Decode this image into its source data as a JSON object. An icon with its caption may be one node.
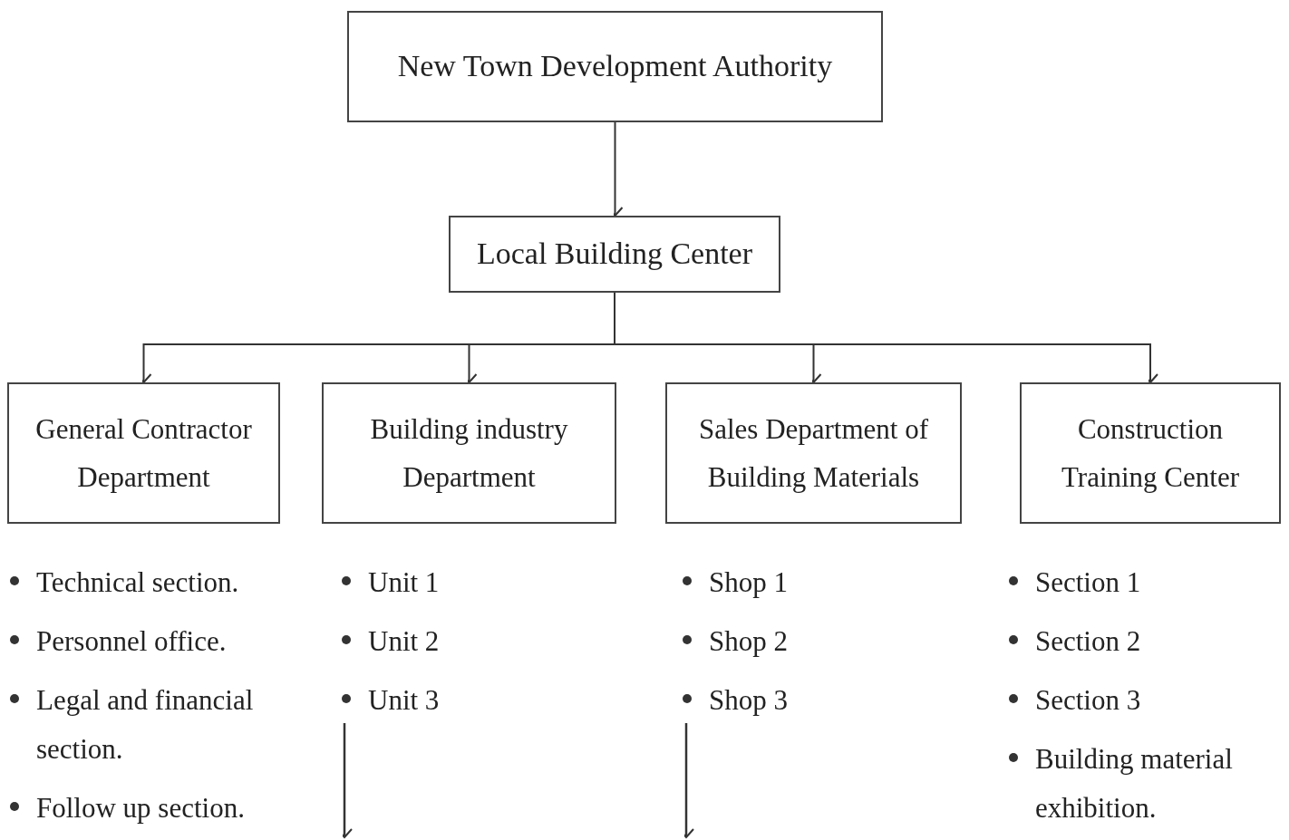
{
  "diagram": {
    "nodes": [
      {
        "text": [
          "New Town Development Authority"
        ]
      },
      {
        "text": [
          "Local Building Center"
        ]
      },
      {
        "text": [
          "General Contractor Department"
        ],
        "beside": [
          "Technical section.",
          "Personnel office.",
          "Legal and financial section.",
          "Follow up section."
        ]
      },
      {
        "text": [
          "Building industry Department"
        ],
        "beside": [
          "Unit 1",
          "Unit 2",
          "Unit 3"
        ]
      },
      {
        "text": [
          "Sales Department of Building Materials"
        ],
        "beside": [
          "Shop 1",
          "Shop 2",
          "Shop 3"
        ]
      },
      {
        "text": [
          "Construction Training Center"
        ],
        "beside": [
          "Section 1",
          "Section 2",
          "Section 3",
          "Building material exhibition."
        ]
      }
    ],
    "edges": [
      {
        "from": 0,
        "to": 1,
        "arrow": "to"
      },
      {
        "from": 1,
        "to": 2,
        "arrow": "to"
      },
      {
        "from": 1,
        "to": 3,
        "arrow": "to"
      },
      {
        "from": 1,
        "to": 4,
        "arrow": "to"
      },
      {
        "from": 1,
        "to": 5,
        "arrow": "to"
      },
      {
        "from": 3,
        "to": null,
        "arrow": "to"
      },
      {
        "from": 4,
        "to": null,
        "arrow": "to"
      }
    ]
  }
}
